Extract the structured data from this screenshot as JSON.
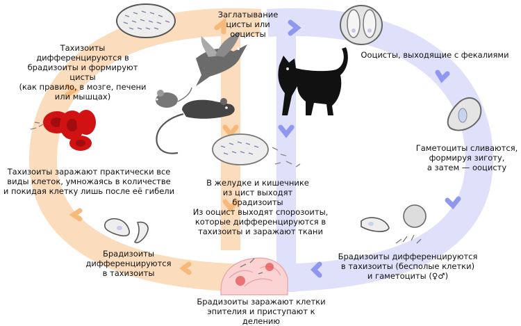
{
  "labels": {
    "ingestion": "Заглатывание\nцисты или\nооцисты",
    "oocysts_feces": "Ооцисты, выходящие с фекалиями",
    "tachy_to_brady": "Тахизоиты дифференцируются в\nбрадизоиты и формируют цисты\n(как правило, в мозге, печени\nили мышцах)",
    "tachy_infect": "Тахизоиты заражают практически все\nвиды клеток, умножаясь в количестве\nи покидая клетку лишь после её гибели",
    "gametocytes_fuse": "Гаметоциты сливаются,\nформируя зиготу,\nа затем — ооцисту",
    "stomach": "В желудке и кишечнике\nиз цист выходят брадизоиты",
    "sporozoites": "Из ооцист выходят спорозоиты,\nкоторые дифференцируются в\nтахизоиты и заражают ткани",
    "brady_to_tachy": "Брадизоиты дифференцируются\nв тахизоиты",
    "brady_to_tachy_gameto": "Брадизоиты дифференцируются\nв тахизоиты (бесполые клетки)\nи гаметоциты (♀♂)",
    "brady_infect": "Брадизоиты заражают клетки\nэпителия и приступают к делению"
  },
  "colors": {
    "host_cycle": "#fbdcbc",
    "host_arrow": "#f6b97a",
    "cat_cycle": "#dfe1fa",
    "cat_arrow": "#8f98ee",
    "rbc": "#d01212",
    "cat": "#111111",
    "rat": "#444444"
  },
  "icons": [
    "cyst-icon",
    "bird-icon",
    "mouse-icon",
    "rat-icon",
    "cat-icon",
    "oocyst-icon",
    "red-blood-cells-icon",
    "tachyzoite-icon",
    "zygote-icon",
    "epithelium-icon"
  ]
}
